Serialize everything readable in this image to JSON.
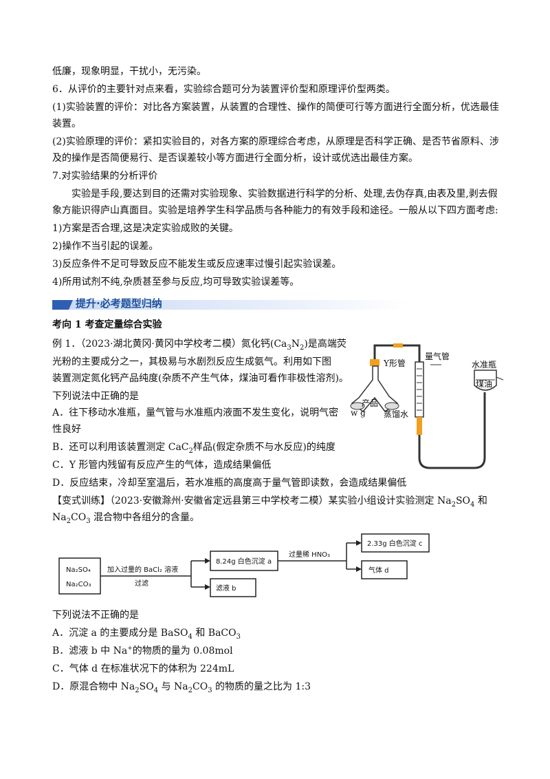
{
  "lines": {
    "l1": "低廉，现象明显，干扰小，无污染。",
    "l2": "6．从评价的主要针对点来看，实验综合题可分为装置评价型和原理评价型两类。",
    "l3": "(1)实验装置的评价：对比各方案装置，从装置的合理性、操作的简便可行等方面进行全面分析，优选最佳",
    "l4": "装置。",
    "l5": "(2)实验原理的评价：紧扣实验目的，对各方案的原理综合考虑，从原理是否科学正确、是否节省原料、涉",
    "l6": "及的操作是否简便易行、是否误差较小等方面进行全面分析，设计或优选出最佳方案。",
    "l7": "7.对实验结果的分析评价",
    "l8": "实验是手段,要达到目的还需对实验现象、实验数据进行科学的分析、处理,去伪存真,由表及里,剥去假",
    "l9": "象方能识得庐山真面目。实验是培养学生科学品质与各种能力的有效手段和途径。一般从以下四方面考虑:",
    "l10": "1)方案是否合理,这是决定实验成败的关键。",
    "l11": "2)操作不当引起的误差。",
    "l12": "3)反应条件不足可导致反应不能发生或反应速率过慢引起实验误差。",
    "l13": "4)所用试剂不纯,杂质甚至参与反应,均可导致实验误差等。"
  },
  "banner_title": "提升·必考题型归纳",
  "section_title": "考向 1  考查定量综合实验",
  "ex1": {
    "l1a": "例 1．（2023·湖北黄冈·黄冈中学校考二模）氮化钙(Ca",
    "l1b": "3",
    "l1c": "N",
    "l1d": "2",
    "l1e": ")是高端荧",
    "l2": "光粉的主要成分之一，其极易与水剧烈反应生成氨气。利用如下图",
    "l3": "装置测定氮化钙产品纯度(杂质不产生气体，煤油可看作非极性溶剂)。",
    "l4": "下列说法中正确的是",
    "optA1": "A．往下移动水准瓶，量气管与水准瓶内液面不发生变化，说明气密",
    "optA2": "性良好",
    "optB_a": "B．还可以利用该装置测定 CaC",
    "optB_b": "2",
    "optB_c": "样品(假定杂质不与水反应)的纯度",
    "optC": "C．Y 形管内残留有反应产生的气体，造成结果偏低",
    "optD": "D．反应结束，冷却至室温后，若水准瓶的高度高于量气管即读数，会造成结果偏低"
  },
  "apparatus_labels": {
    "y_tube": "Y形管",
    "gas_tube": "量气管",
    "level_bottle": "水准瓶",
    "kerosene": "煤油",
    "product": "产品",
    "mass": "w g",
    "water": "蒸馏水"
  },
  "var": {
    "l1a": "【变式训练】（2023·安徽滁州·安徽省定远县第三中学校考二模）某实验小组设计实验测定 Na",
    "l1b": "2",
    "l1c": "SO",
    "l1d": "4",
    "l1e": " 和",
    "l2a": "Na",
    "l2b": "2",
    "l2c": "CO",
    "l2d": "3",
    "l2e": " 混合物中各组分的含量。"
  },
  "flow": {
    "start1": "Na₂SO₄",
    "start2": "Na₂CO₃",
    "arrow1_top": "加入过量的 BaCl₂ 溶液",
    "arrow1_bottom": "过滤",
    "box_a": "8.24g 白色沉淀 a",
    "box_b": "滤液 b",
    "arrow2": "过量稀 HNO₃",
    "box_c": "2.33g 白色沉淀 c",
    "box_d": "气体 d"
  },
  "q2": {
    "stem": "下列说法不正确的是",
    "optA_a": "A．沉淀 a 的主要成分是 BaSO",
    "optA_b": "4",
    "optA_c": " 和 BaCO",
    "optA_d": "3",
    "optB_a": "B．滤液 b 中 Na",
    "optB_b": "+",
    "optB_c": "的物质的量为 0.08mol",
    "optC": "C．气体 d 在标准状况下的体积为 224mL",
    "optD_a": "D．原混合物中 Na",
    "optD_b": "2",
    "optD_c": "SO",
    "optD_d": "4",
    "optD_e": " 与 Na",
    "optD_f": "2",
    "optD_g": "CO",
    "optD_h": "3",
    "optD_i": " 的物质的量之比为 1:3"
  },
  "colors": {
    "banner_blue": "#2f5fb3",
    "banner_text": "#1f4f9c",
    "tube_orange": "#f0a020"
  }
}
